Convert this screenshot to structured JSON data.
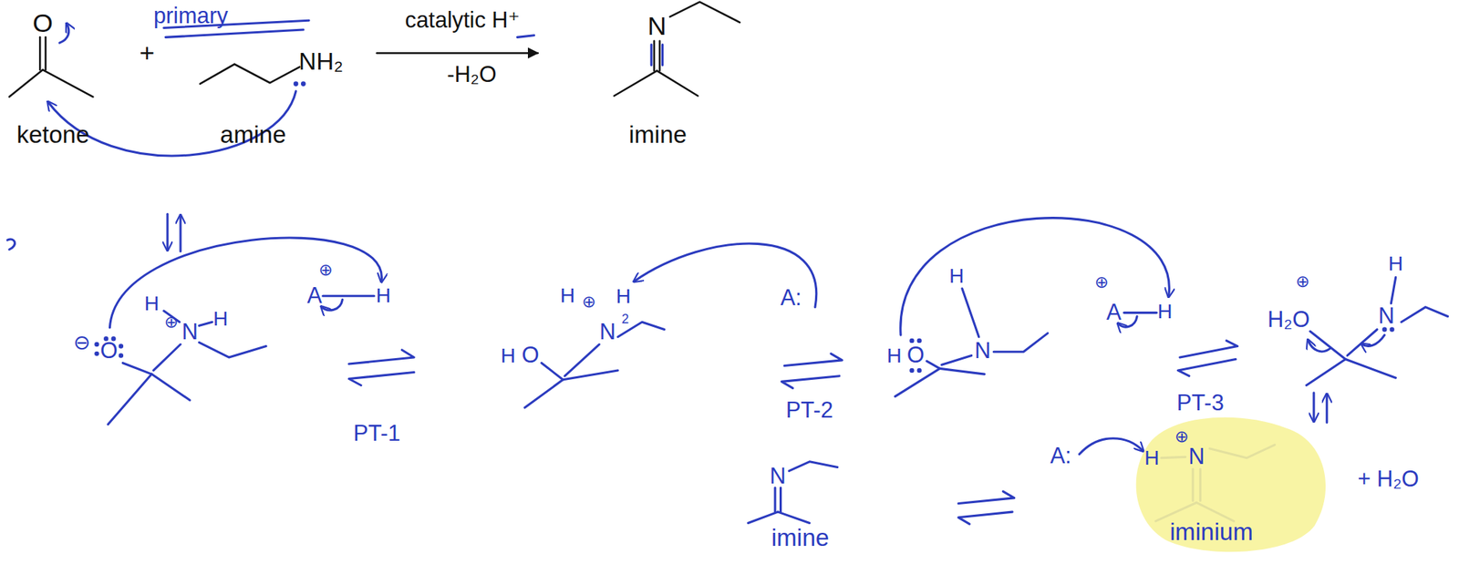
{
  "diagram": {
    "nodes": [
      {
        "text": [
          "H",
          "⊕",
          "N"
        ]
      }
    ],
    "labels": [
      "primary",
      "O",
      "+",
      "NH₂",
      "catalytic H⁺",
      "-H₂O",
      "N",
      "ketone",
      "amine",
      "imine",
      "⊖",
      "O",
      "H",
      "⊕",
      "N",
      "H",
      "⊕",
      "A",
      "H",
      "PT-1",
      "H",
      "O",
      "H",
      "⊕",
      "N",
      "H",
      "2",
      "A:",
      "PT-2",
      "H",
      "H",
      "O",
      "N",
      "⊕",
      "A",
      "H",
      "PT-3",
      "H",
      "⊕",
      "H₂O",
      "N",
      "A:",
      "+ H₂O",
      "iminium",
      "N",
      "imine"
    ]
  }
}
